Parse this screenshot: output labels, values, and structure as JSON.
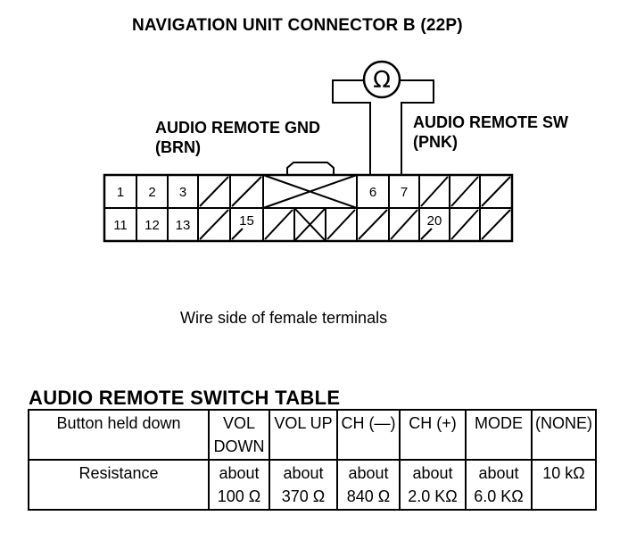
{
  "title": "NAVIGATION UNIT CONNECTOR B (22P)",
  "meter": {
    "symbol": "Ω",
    "icon": "ohmmeter-icon"
  },
  "labels": {
    "gnd_line1": "AUDIO REMOTE GND",
    "gnd_line2": "(BRN)",
    "sw_line1": "AUDIO REMOTE SW",
    "sw_line2": "(PNK)"
  },
  "connector": {
    "top_row": [
      "1",
      "2",
      "3",
      "",
      "",
      "",
      "",
      "",
      "6",
      "7",
      "",
      "",
      ""
    ],
    "bottom_row": [
      "11",
      "12",
      "13",
      "",
      "15",
      "",
      "",
      "",
      "",
      "",
      "20",
      "",
      ""
    ]
  },
  "caption": "Wire side of female terminals",
  "table": {
    "title": "AUDIO REMOTE SWITCH TABLE",
    "header_label": "Button held down",
    "columns": [
      {
        "button": [
          "VOL",
          "DOWN"
        ],
        "resistance": [
          "about",
          "100 Ω"
        ]
      },
      {
        "button": [
          "VOL UP"
        ],
        "resistance": [
          "about",
          "370 Ω"
        ]
      },
      {
        "button": [
          "CH (—)"
        ],
        "resistance": [
          "about",
          "840 Ω"
        ]
      },
      {
        "button": [
          "CH (+)"
        ],
        "resistance": [
          "about",
          "2.0 KΩ"
        ]
      },
      {
        "button": [
          "MODE"
        ],
        "resistance": [
          "about",
          "6.0 KΩ"
        ]
      },
      {
        "button": [
          "(NONE)"
        ],
        "resistance": [
          "10 kΩ"
        ]
      }
    ],
    "row_label": "Resistance"
  }
}
